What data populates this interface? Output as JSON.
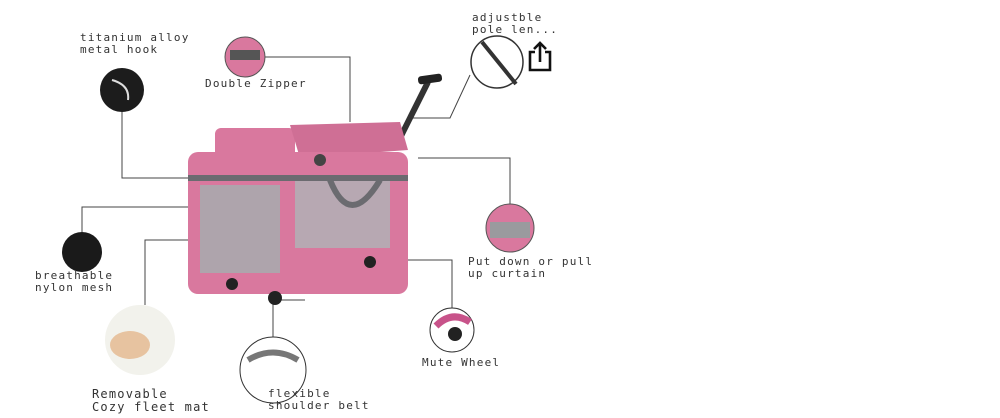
{
  "labels": {
    "hook": [
      "titanium alloy",
      "metal hook"
    ],
    "zipper": [
      "Double Zipper"
    ],
    "pole": [
      "adjustble",
      "pole len..."
    ],
    "curtain": [
      "Put down or pull",
      "up curtain"
    ],
    "mesh": [
      "breathable",
      "nylon mesh"
    ],
    "wheel": [
      "Mute Wheel"
    ],
    "mat": [
      "Removable",
      "Cozy fleet mat"
    ],
    "belt": [
      "flexible",
      "shoulder belt"
    ]
  },
  "icons": {
    "share": "share-icon"
  },
  "colors": {
    "bag_pink": "#d9789e",
    "mesh_gray": "#a9a9ad",
    "trim": "#6b6b70",
    "line": "#444444"
  }
}
